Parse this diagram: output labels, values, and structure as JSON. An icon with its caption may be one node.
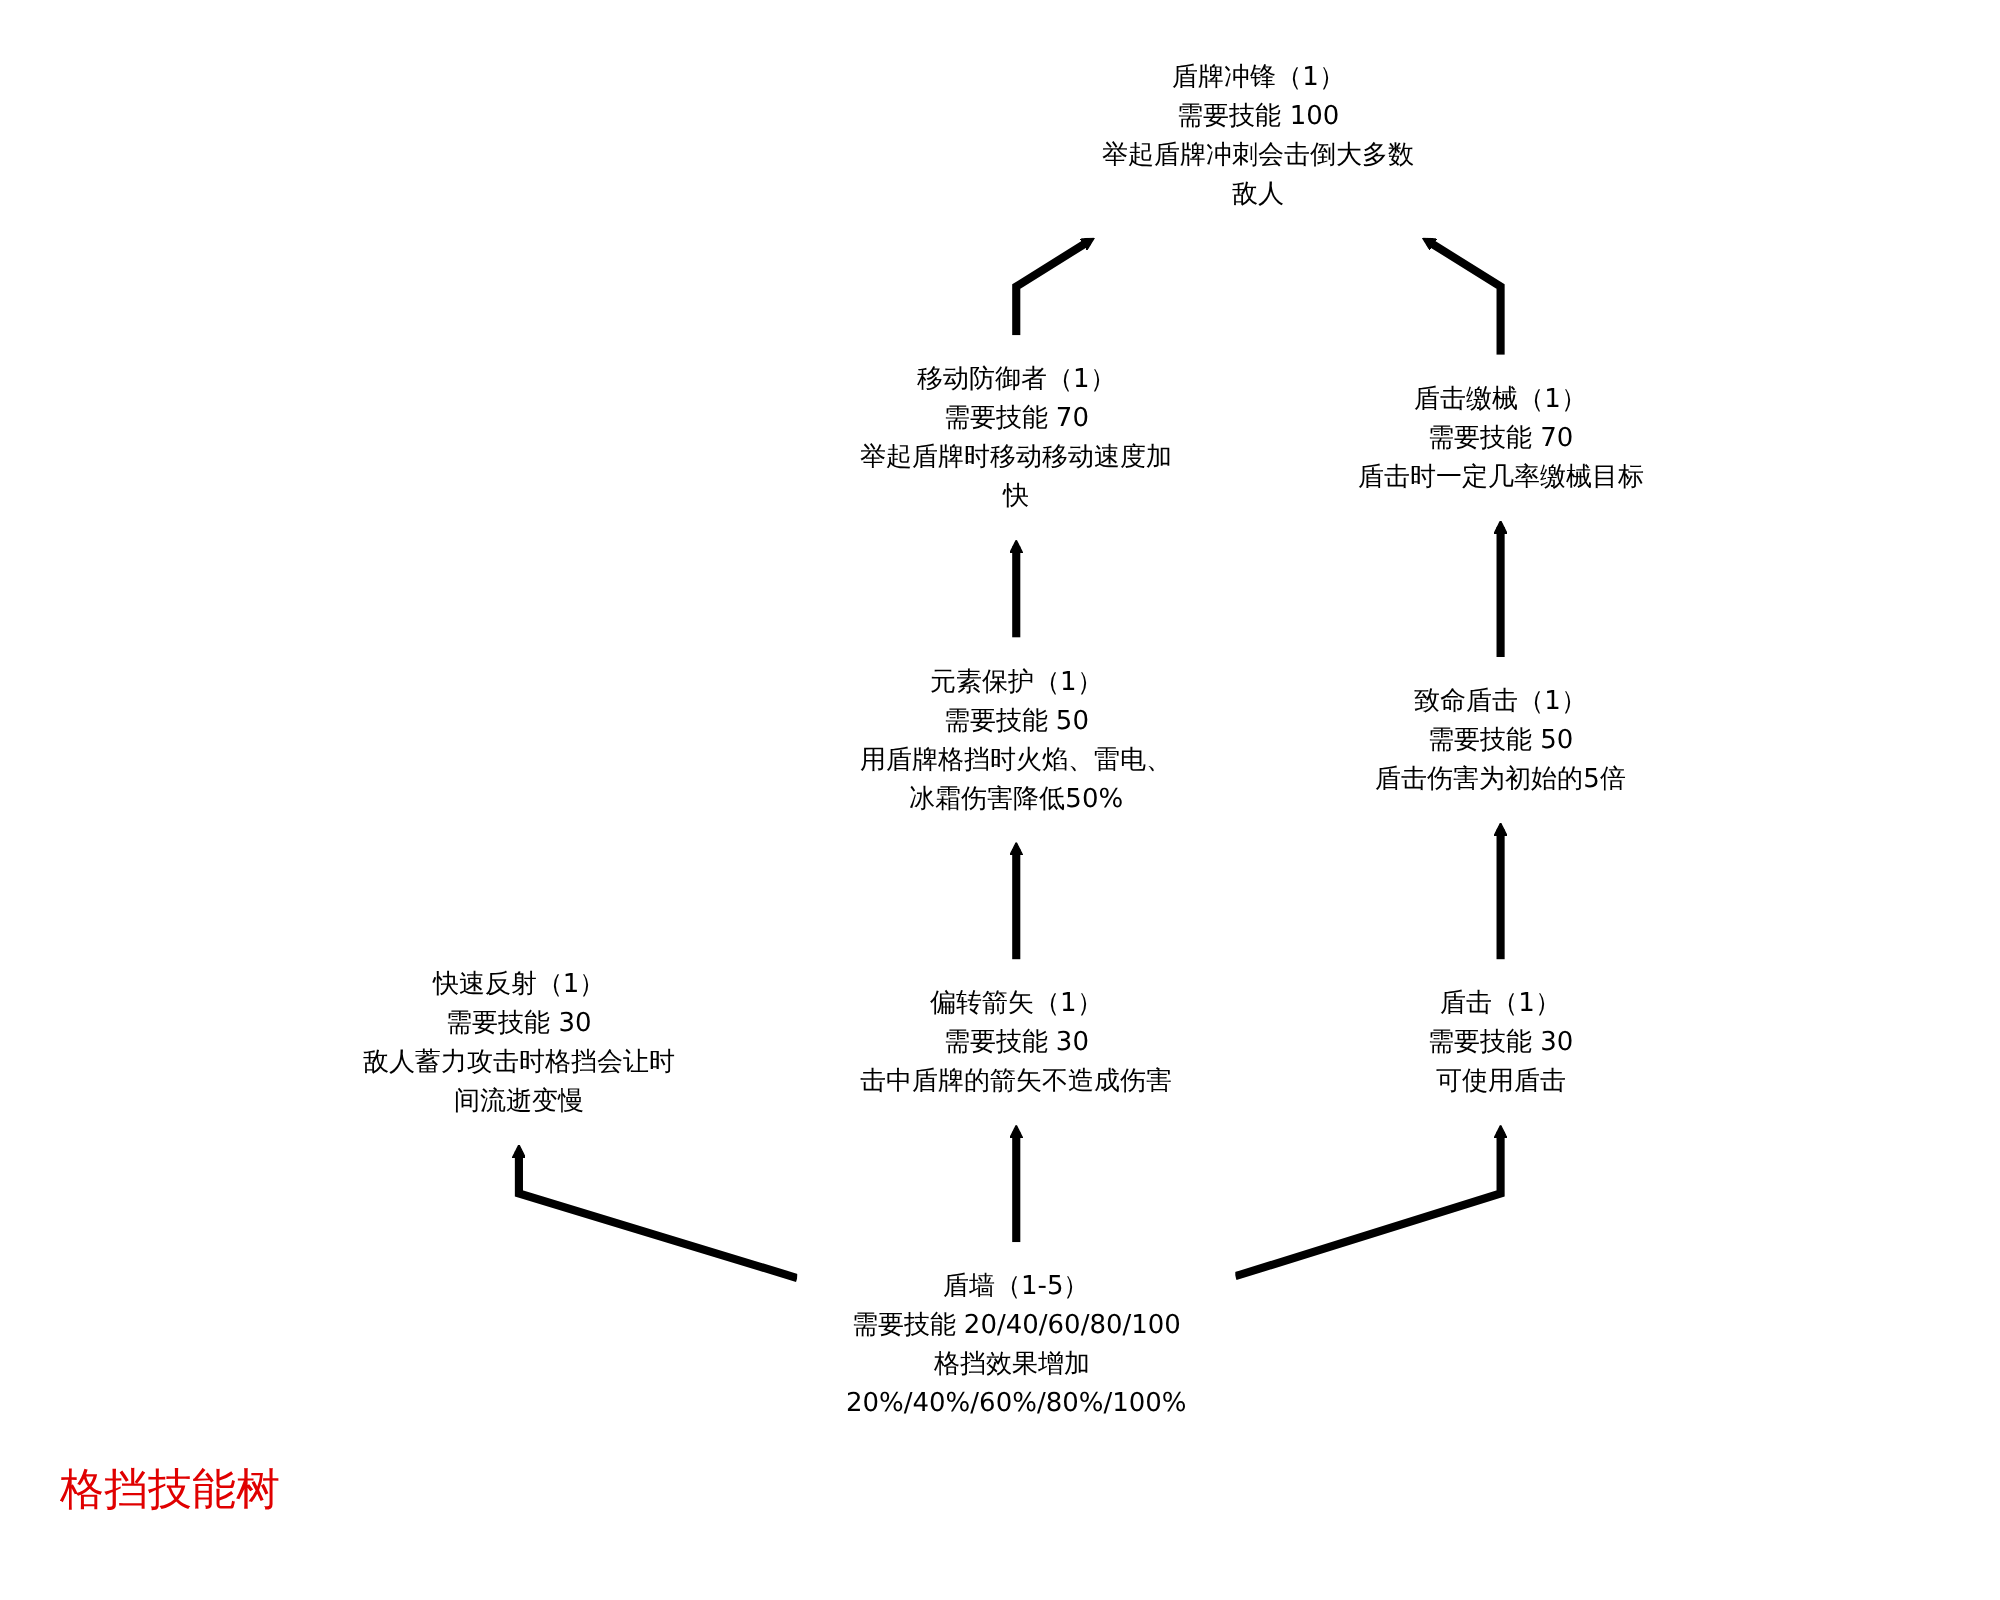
{
  "diagram": {
    "title": "格挡技能树",
    "nodes": [
      {
        "text": [
          "盾牌冲锋（1）",
          "需要技能 100",
          "举起盾牌冲刺会击倒大多数敌人"
        ]
      },
      {
        "text": [
          "移动防御者（1）",
          "需要技能 70",
          "举起盾牌时移动移动速度加快"
        ]
      },
      {
        "text": [
          "盾击缴械（1）",
          "需要技能 70",
          "盾击时一定几率缴械目标"
        ]
      },
      {
        "text": [
          "元素保护（1）",
          "需要技能 50",
          "用盾牌格挡时火焰、雷电、冰霜伤害降低50%"
        ]
      },
      {
        "text": [
          "快速反射（1）",
          "需要技能 30",
          "敌人蓄力攻击时格挡会让时间流逝变慢"
        ]
      },
      {
        "text": [
          "致命盾击（1）",
          "需要技能 50",
          "盾击伤害为初始的5倍"
        ]
      },
      {
        "text": [
          "偏转箭矢（1）",
          "需要技能 30",
          "击中盾牌的箭矢不造成伤害"
        ]
      },
      {
        "text": [
          "盾击（1）",
          "需要技能 30",
          "可使用盾击"
        ]
      },
      {
        "text": [
          "盾墙（1-5）",
          "需要技能 20/40/60/80/100",
          "格挡效果增加 20%/40%/60%/80%/100%"
        ]
      }
    ],
    "edges": [
      {
        "from": 8,
        "to": 6,
        "arrow": "to"
      },
      {
        "from": 8,
        "to": 4,
        "arrow": "to"
      },
      {
        "from": 8,
        "to": 7,
        "arrow": "to"
      },
      {
        "from": 6,
        "to": 3,
        "arrow": "to"
      },
      {
        "from": 3,
        "to": 1,
        "arrow": "to"
      },
      {
        "from": 1,
        "to": 0,
        "arrow": "to"
      },
      {
        "from": 7,
        "to": 5,
        "arrow": "to"
      },
      {
        "from": 5,
        "to": 2,
        "arrow": "to"
      },
      {
        "from": 2,
        "to": 0,
        "arrow": "to"
      }
    ]
  }
}
